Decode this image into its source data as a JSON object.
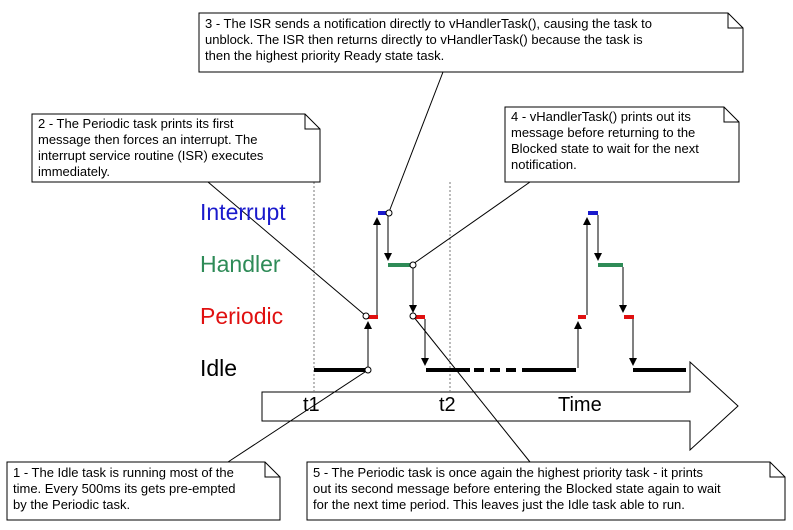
{
  "notes": {
    "n1": "1 - The Idle task is running most of the\ntime.  Every 500ms its gets pre-empted\nby the Periodic task.",
    "n2": "2 - The Periodic task prints its first\nmessage then forces an interrupt.  The\ninterrupt service routine (ISR) executes\nimmediately.",
    "n3": "3 - The ISR sends a notification directly to vHandlerTask(), causing the  task to\nunblock.  The ISR then returns directly to vHandlerTask() because the task is\nthen the highest priority Ready state task.",
    "n4": "4 - vHandlerTask() prints out its\nmessage before returning to the\nBlocked state to wait for the next\nnotification.",
    "n5": "5 - The Periodic task is once again the highest priority task - it prints\nout its second message before entering the Blocked state again to wait\nfor the next time period.  This leaves just the Idle task able to run."
  },
  "tasks": {
    "interrupt": "Interrupt",
    "handler": "Handler",
    "periodic": "Periodic",
    "idle": "Idle"
  },
  "axis": {
    "t1": "t1",
    "t2": "t2",
    "time": "Time"
  },
  "colors": {
    "interrupt": "#1a1acc",
    "handler": "#2e8b57",
    "periodic": "#e01010",
    "idle": "#000000"
  }
}
